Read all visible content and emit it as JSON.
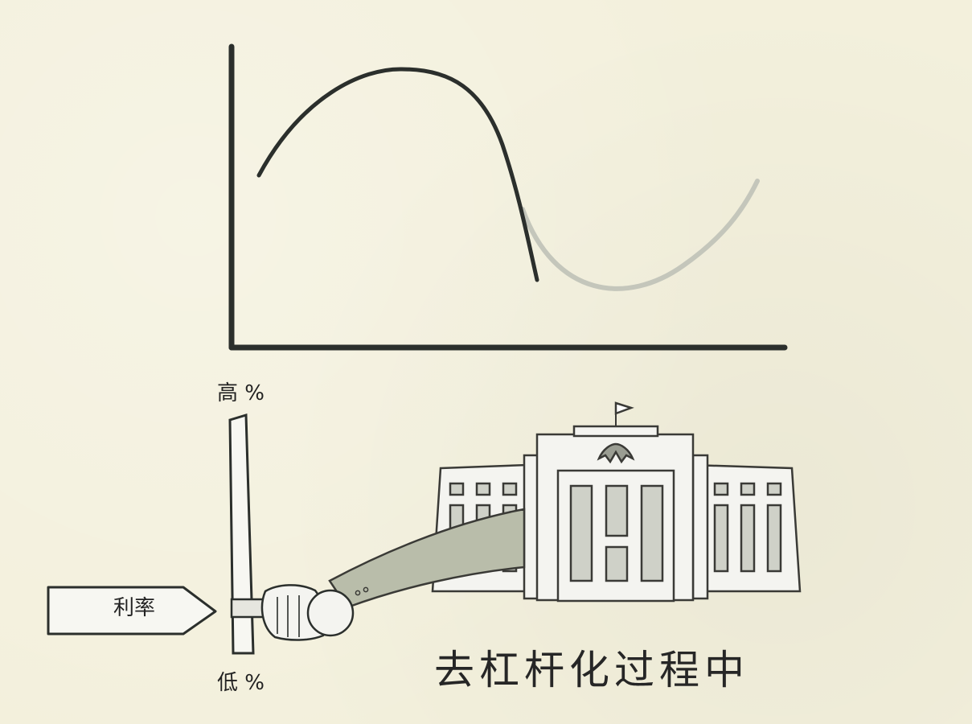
{
  "diagram": {
    "rate_high_label": "高 %",
    "rate_low_label": "低 %",
    "pointer_label": "利率",
    "caption": "去杠杆化过程中"
  },
  "colors": {
    "background": "#f3f0dc",
    "ink": "#2b2f2c",
    "faded_curve": "#c4c6bb",
    "sleeve": "#b9bdaa",
    "building": "#f4f4f0"
  }
}
